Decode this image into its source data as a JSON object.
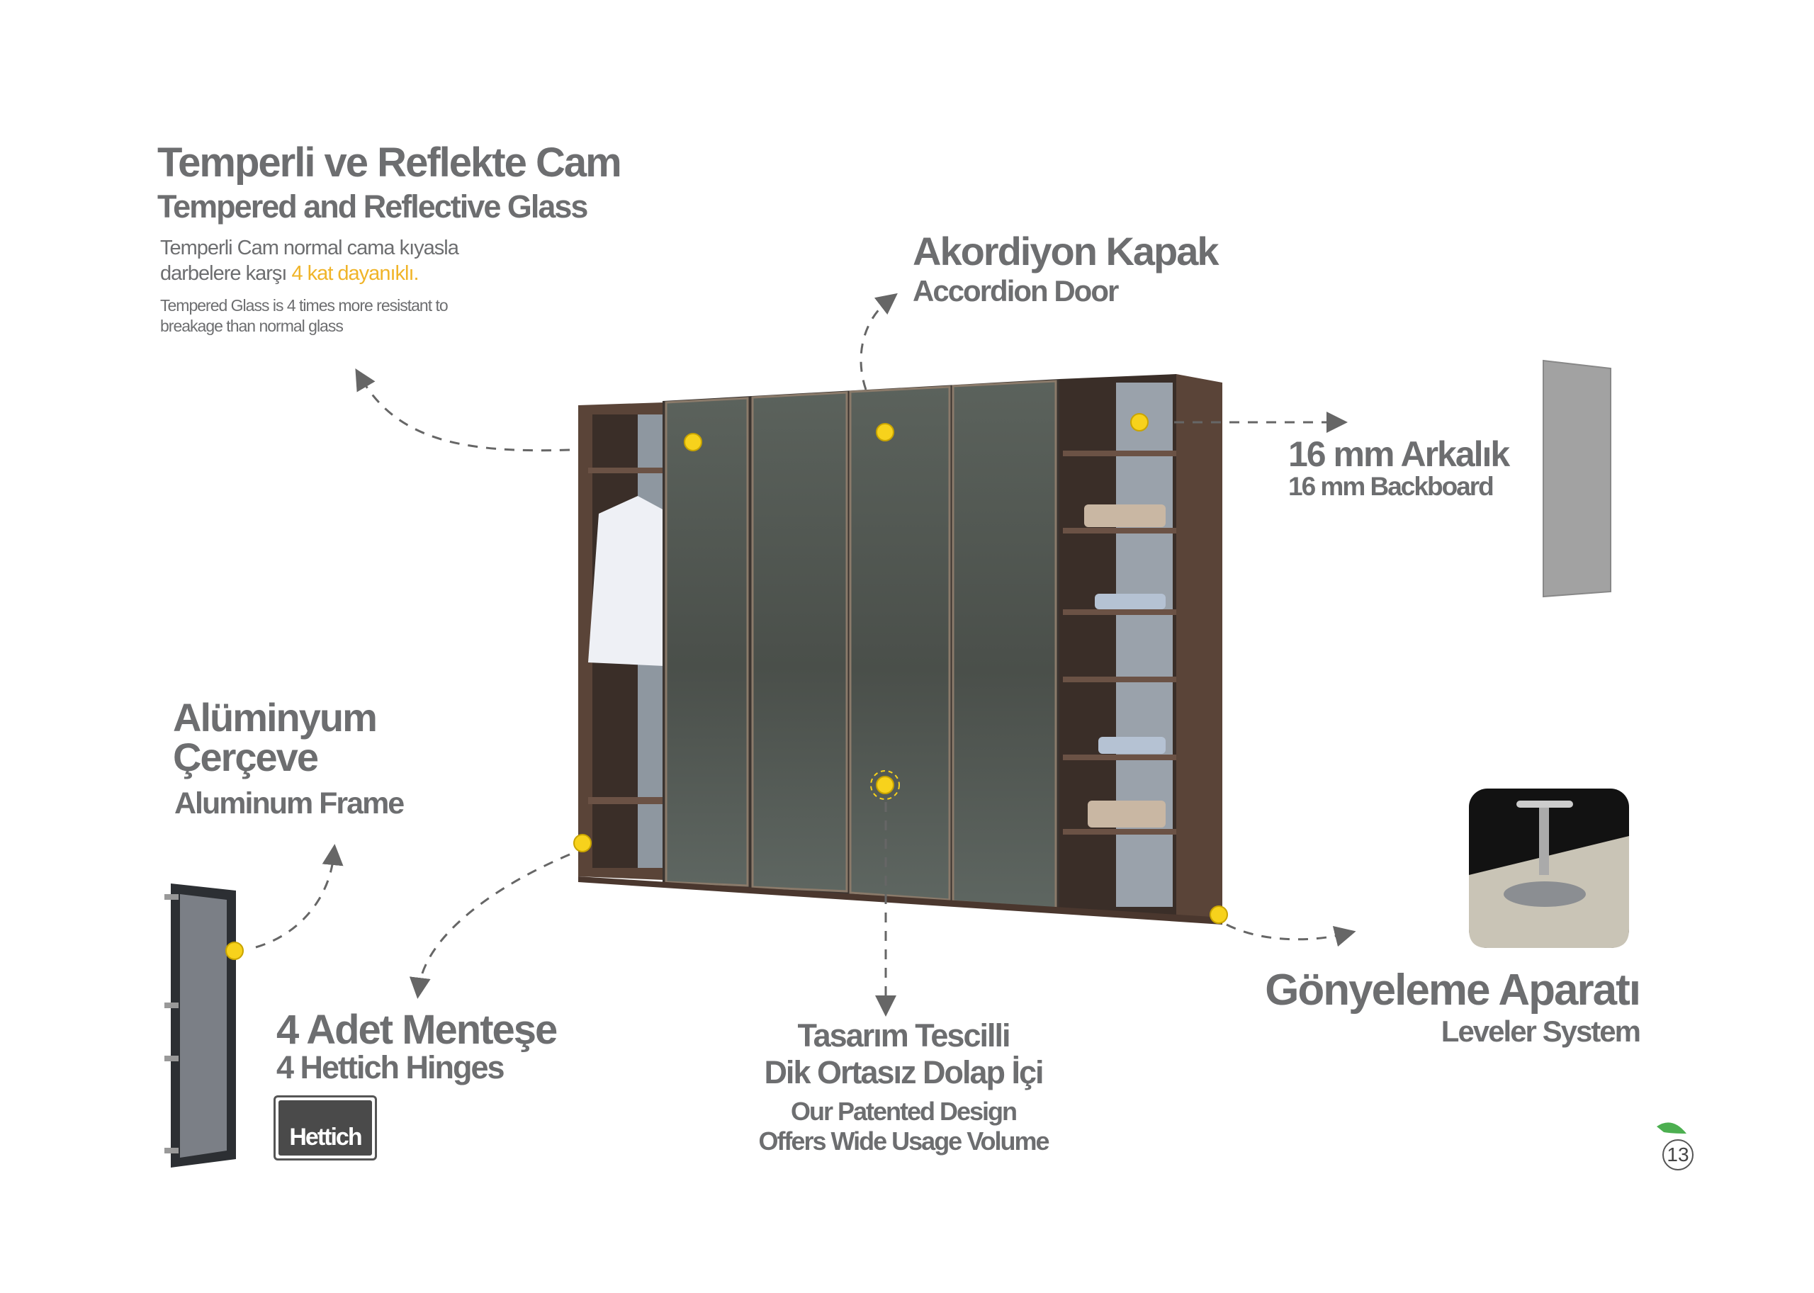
{
  "glass": {
    "title_tr": "Temperli ve Reflekte Cam",
    "title_en": "Tempered and Reflective Glass",
    "desc_tr_1": "Temperli Cam normal cama kıyasla",
    "desc_tr_2": "darbelere karşı",
    "desc_tr_highlight": "4 kat dayanıklı.",
    "desc_en_1": "Tempered Glass is 4 times more resistant to",
    "desc_en_2": "breakage than normal glass"
  },
  "accordion": {
    "title_tr": "Akordiyon Kapak",
    "title_en": "Accordion Door"
  },
  "backboard": {
    "title_tr": "16 mm Arkalık",
    "title_en": "16 mm Backboard"
  },
  "frame": {
    "title_tr_1": "Alüminyum",
    "title_tr_2": "Çerçeve",
    "title_en": "Aluminum Frame"
  },
  "hinges": {
    "title_tr": "4 Adet Menteşe",
    "title_en": "4 Hettich Hinges",
    "logo": "Hettich"
  },
  "interior": {
    "title_tr_1": "Tasarım Tescilli",
    "title_tr_2": "Dik Ortasız Dolap İçi",
    "title_en_1": "Our Patented Design",
    "title_en_2": "Offers Wide Usage Volume"
  },
  "leveler": {
    "title_tr": "Gönyeleme Aparatı",
    "title_en": "Leveler System"
  },
  "page_number": "13",
  "colors": {
    "text": "#6d6e70",
    "highlight": "#f0b429",
    "dot": "#f7d21c",
    "wood": "#5a4438",
    "glass": "#4f554f"
  }
}
